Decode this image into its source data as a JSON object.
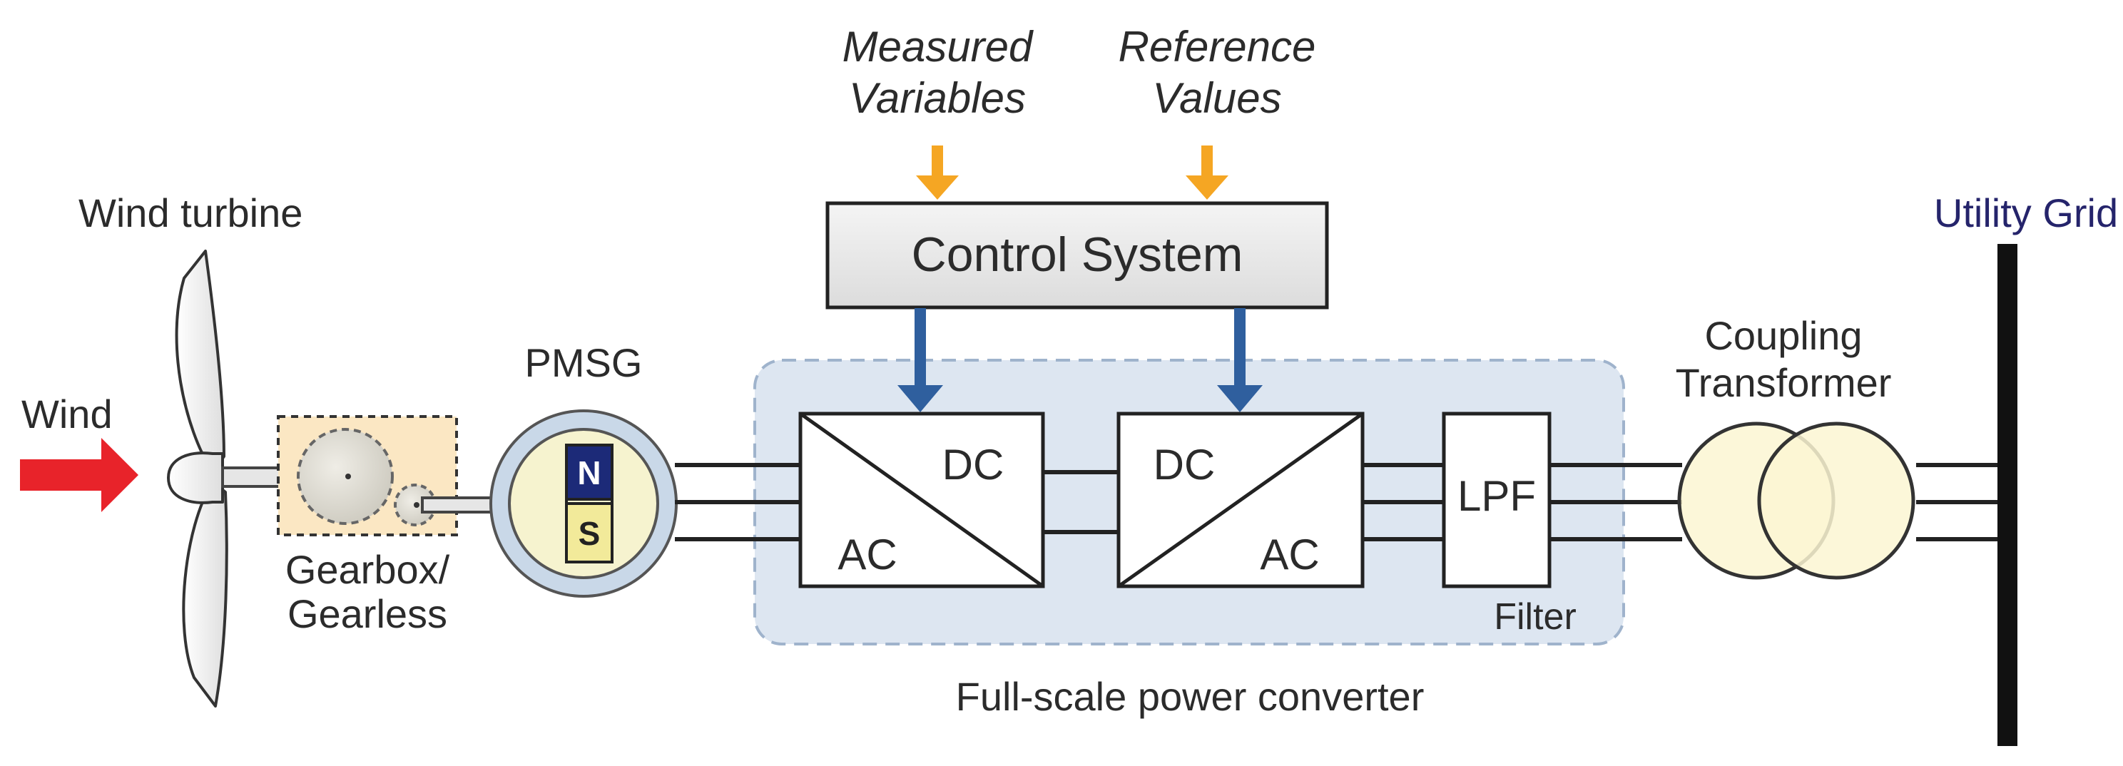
{
  "labels": {
    "wind": "Wind",
    "wind_turbine": "Wind turbine",
    "gearbox_line1": "Gearbox/",
    "gearbox_line2": "Gearless",
    "pmsg": "PMSG",
    "magnet_n": "N",
    "magnet_s": "S",
    "measured_line1": "Measured",
    "measured_line2": "Variables",
    "reference_line1": "Reference",
    "reference_line2": "Values",
    "control_system": "Control System",
    "rectifier_dc": "DC",
    "rectifier_ac": "AC",
    "inverter_dc": "DC",
    "inverter_ac": "AC",
    "lpf": "LPF",
    "filter": "Filter",
    "converter": "Full-scale power converter",
    "coupling_line1": "Coupling",
    "coupling_line2": "Transformer",
    "utility_grid": "Utility Grid"
  },
  "colors": {
    "wind_arrow": "#e8232a",
    "signal_arrow": "#f5a623",
    "control_arrow": "#2f5f9e",
    "converter_panel": "#dde6f1",
    "gearbox_panel": "#fbe7c3",
    "transformer_fill": "#fcf6d2",
    "magnet_n": "#1c2a78",
    "magnet_s": "#f2ea9a",
    "grid_label": "#25246b"
  },
  "icons": {
    "turbine": "wind-turbine-icon",
    "generator": "pmsg-generator-icon",
    "transformer": "transformer-icon",
    "gear": "gear-icon"
  }
}
